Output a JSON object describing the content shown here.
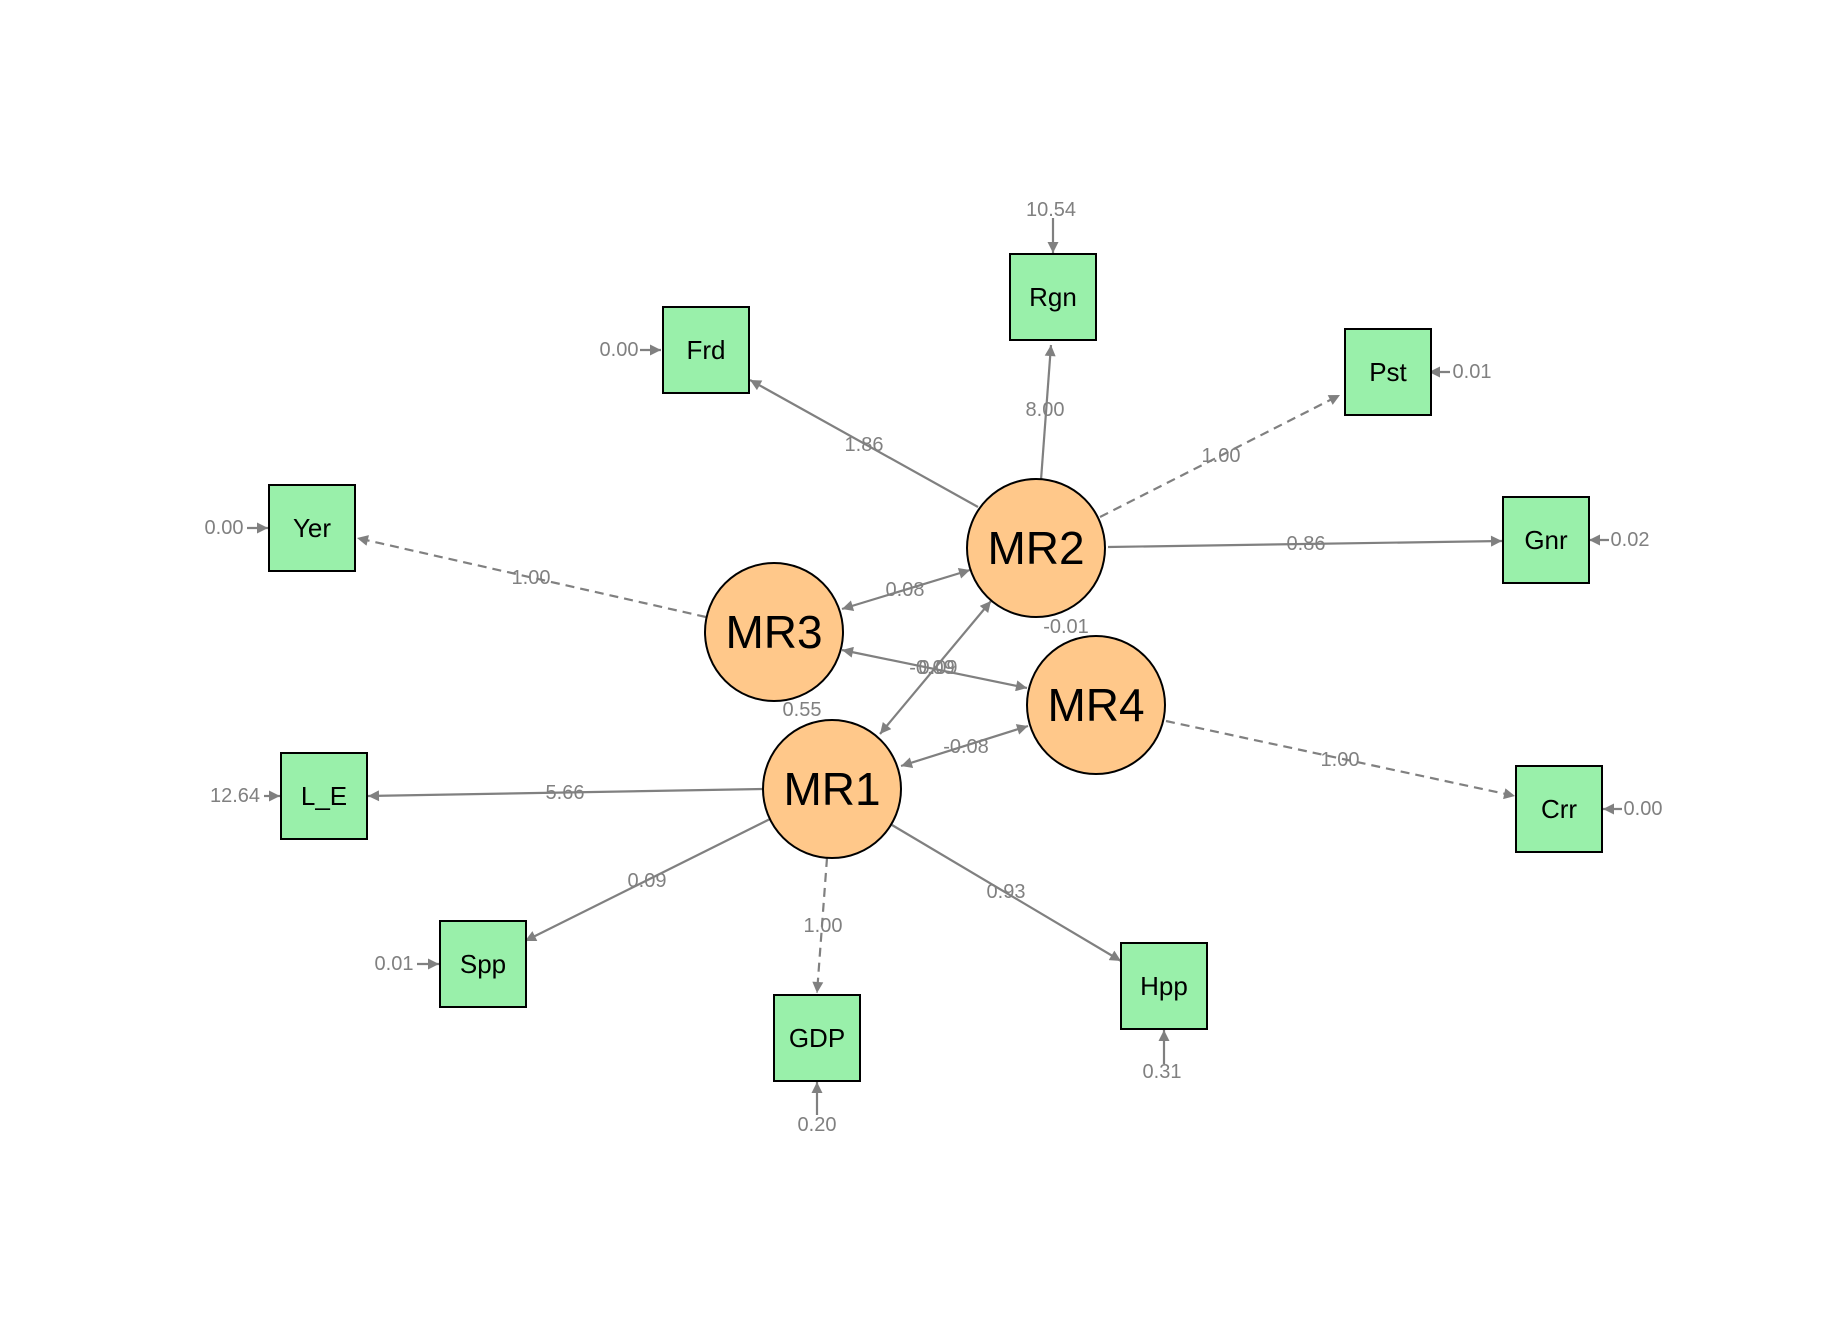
{
  "colors": {
    "latent_fill": "#ffc88a",
    "manifest_fill": "#99f0aa",
    "edge": "#808080",
    "label": "#808080",
    "outline": "#000000"
  },
  "latent": {
    "mr1": "MR1",
    "mr2": "MR2",
    "mr3": "MR3",
    "mr4": "MR4"
  },
  "manifest": {
    "rgn": "Rgn",
    "frd": "Frd",
    "pst": "Pst",
    "yer": "Yer",
    "gnr": "Gnr",
    "l_e": "L_E",
    "crr": "Crr",
    "spp": "Spp",
    "gdp": "GDP",
    "hpp": "Hpp"
  },
  "loadings": {
    "mr2_rgn": "8.00",
    "mr2_frd": "1.86",
    "mr2_pst": "1.00",
    "mr2_gnr": "0.86",
    "mr3_yer": "1.00",
    "mr4_crr": "1.00",
    "mr1_l_e": "5.66",
    "mr1_spp": "0.09",
    "mr1_gdp": "1.00",
    "mr1_hpp": "0.93"
  },
  "covariances": {
    "mr3_mr2": "0.08",
    "mr1_mr2": "-0.01",
    "mr3_mr4": "0.09",
    "mr3_mr1": "-0.09",
    "mr1_mr4": "-0.08",
    "mr1_label": "0.55"
  },
  "residuals": {
    "rgn": "10.54",
    "frd": "0.00",
    "pst": "0.01",
    "yer": "0.00",
    "gnr": "0.02",
    "l_e": "12.64",
    "crr": "0.00",
    "spp": "0.01",
    "gdp": "0.20",
    "hpp": "0.31"
  }
}
